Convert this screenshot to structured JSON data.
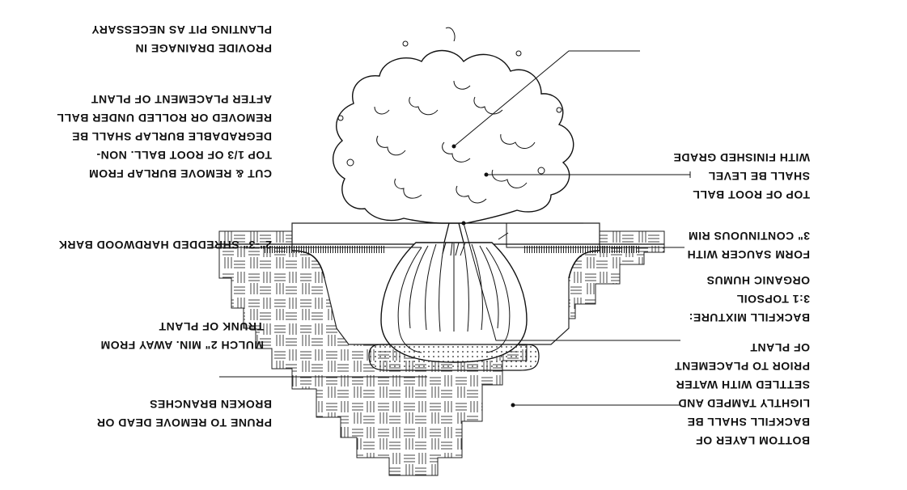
{
  "callouts": {
    "prune": [
      "PRUNE TO REMOVE DEAD OR",
      "BROKEN BRANCHES"
    ],
    "mulch": [
      "MULCH 2\" MIN. AWAY FROM",
      "TRUNK OF PLANT"
    ],
    "bark": [
      "2\"-3\" SHREDDED HARDWOOD BARK"
    ],
    "burlap": [
      "CUT & REMOVE BURLAP FROM",
      "TOP 1/3 OF ROOT BALL. NON-",
      "DEGRADABLE BURLAP SHALL BE",
      "REMOVED OR ROLLED UNDER BALL",
      "AFTER PLACEMENT OF PLANT"
    ],
    "drainage": [
      "PROVIDE DRAINAGE IN",
      "PLANTING PIT AS NECESSARY"
    ],
    "root_ball": [
      "TOP OF ROOT BALL",
      "SHALL BE LEVEL",
      "WITH FINISHED GRADE"
    ],
    "saucer": [
      "FORM SAUCER WITH",
      "3\" CONTINUOUS RIM"
    ],
    "backfill": [
      "BACKFILL MIXTURE:",
      "3:1 TOPSOIL",
      "ORGANIC HUMUS"
    ],
    "bottom_layer": [
      "BOTTOM LAYER OF",
      "BACKFILL SHALL BE",
      "LIGHTLY TAMPED AND",
      "SETTLED WITH WATER",
      "PRIOR TO PLACEMENT",
      "OF PLANT"
    ]
  },
  "colors": {
    "ink": "#111111",
    "background": "#ffffff"
  }
}
